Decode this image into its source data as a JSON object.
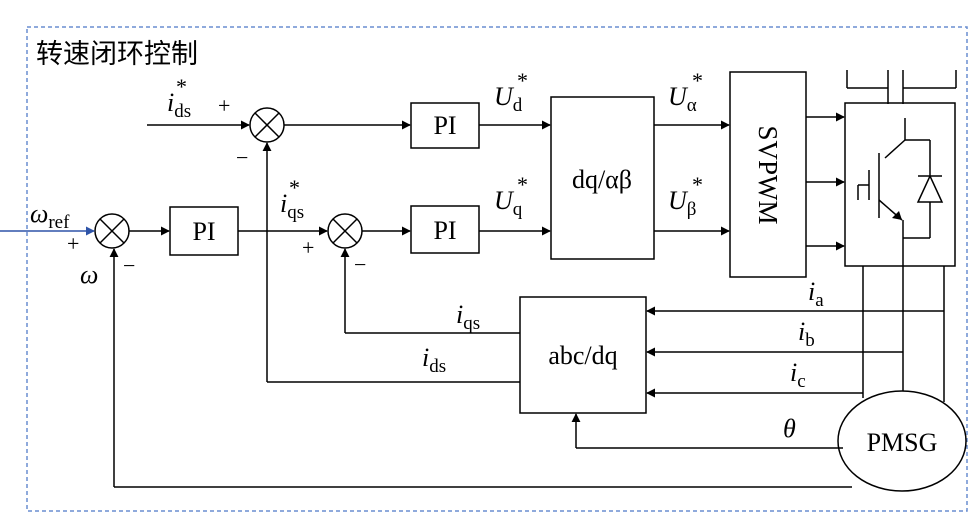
{
  "title": "转速闭环控制",
  "colors": {
    "frame": "#6a8ed0",
    "input_arrow": "#2e54a8",
    "line": "#000000"
  },
  "blocks": {
    "pi_speed": "PI",
    "pi_d": "PI",
    "pi_q": "PI",
    "dq_ab": "dq/αβ",
    "svpwm": "SVPWM",
    "abc_dq": "abc/dq",
    "pmsg": "PMSG"
  },
  "signals": {
    "omega_ref": {
      "base": "ω",
      "sub": "ref"
    },
    "omega": "ω",
    "ids_ref": {
      "base": "i",
      "sub": "ds",
      "sup": "*"
    },
    "iqs_ref": {
      "base": "i",
      "sub": "qs",
      "sup": "*"
    },
    "ud_ref": {
      "base": "U",
      "sub": "d",
      "sup": "*"
    },
    "uq_ref": {
      "base": "U",
      "sub": "q",
      "sup": "*"
    },
    "ualpha_ref": {
      "base": "U",
      "sub": "α",
      "sup": "*"
    },
    "ubeta_ref": {
      "base": "U",
      "sub": "β",
      "sup": "*"
    },
    "iqs_fb": {
      "base": "i",
      "sub": "qs"
    },
    "ids_fb": {
      "base": "i",
      "sub": "ds"
    },
    "ia": {
      "base": "i",
      "sub": "a"
    },
    "ib": {
      "base": "i",
      "sub": "b"
    },
    "ic": {
      "base": "i",
      "sub": "c"
    },
    "theta": "θ"
  },
  "signs": {
    "plus": "+",
    "minus": "−"
  }
}
